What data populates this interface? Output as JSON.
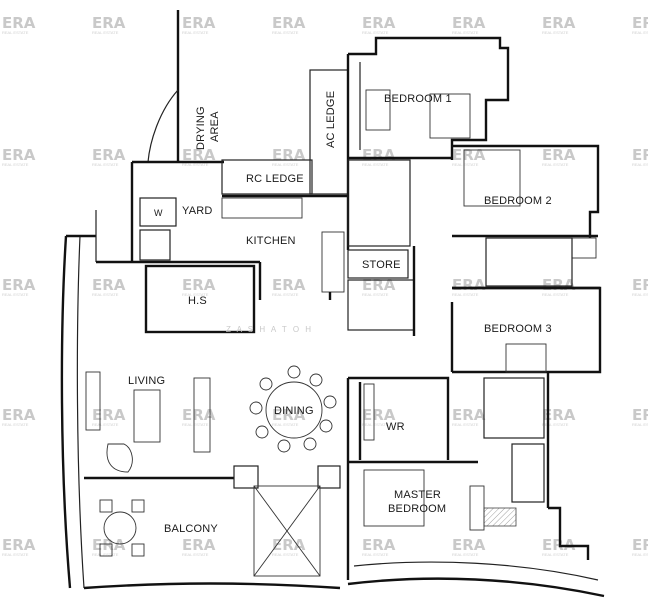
{
  "rooms": {
    "bedroom1": "BEDROOM 1",
    "bedroom2": "BEDROOM 2",
    "bedroom3": "BEDROOM 3",
    "master_line1": "MASTER",
    "master_line2": "BEDROOM",
    "drying_line1": "DRYING",
    "drying_line2": "AREA",
    "ac_ledge": "AC LEDGE",
    "rc_ledge": "RC LEDGE",
    "yard": "YARD",
    "kitchen": "KITCHEN",
    "store": "STORE",
    "hs": "H.S",
    "living": "LIVING",
    "dining": "DINING",
    "wr": "WR",
    "balcony": "BALCONY",
    "washer": "W"
  },
  "watermark": {
    "brand": "ERA",
    "tagline": "REAL ESTATE",
    "center_text": "Z A S H A   T O H"
  }
}
